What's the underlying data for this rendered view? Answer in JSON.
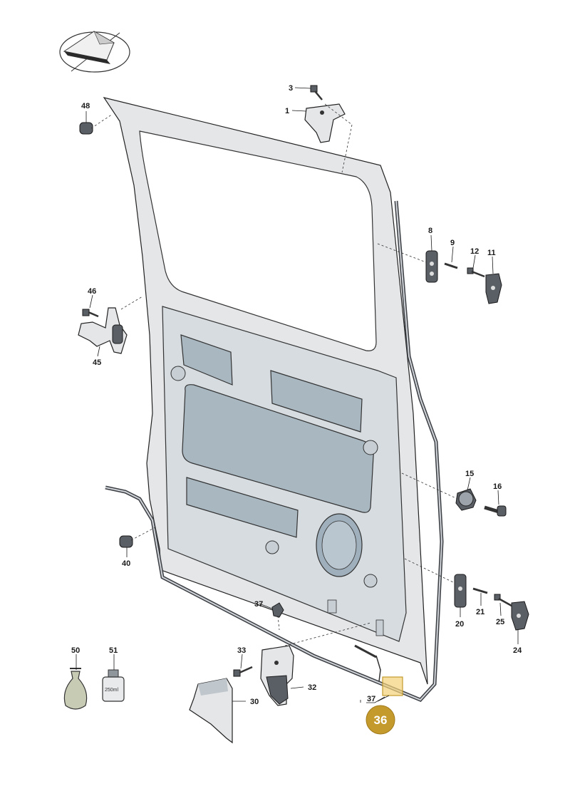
{
  "callouts": {
    "p1": "1",
    "p3": "3",
    "p8": "8",
    "p9": "9",
    "p11": "11",
    "p12": "12",
    "p15": "15",
    "p16": "16",
    "p20": "20",
    "p21": "21",
    "p24": "24",
    "p25": "25",
    "p30": "30",
    "p32": "32",
    "p33": "33",
    "p37a": "37",
    "p37b": "37",
    "p40": "40",
    "p45": "45",
    "p46": "46",
    "p48": "48",
    "p50": "50",
    "p51": "51"
  },
  "highlight": {
    "label": "36",
    "color": "#c49a2c"
  },
  "bottle_text": "250ml",
  "colors": {
    "panel": "#a9b7c1",
    "frame": "#e4e6e8",
    "badge": "#c49a2c"
  }
}
